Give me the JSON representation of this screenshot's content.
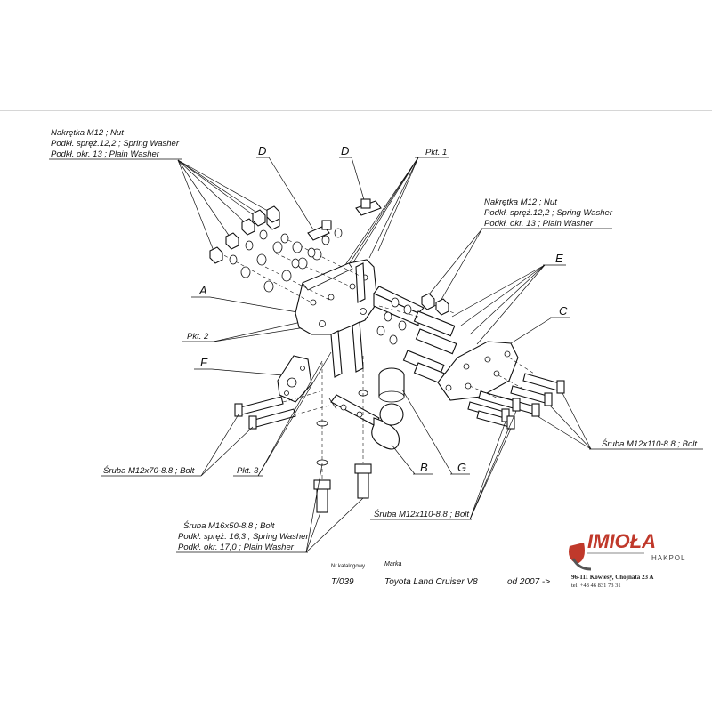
{
  "labels": {
    "nut_group_left": [
      "Nakrętka  M12 ; Nut",
      "Podkł. spręż.12,2 ; Spring Washer",
      "Podkł. okr. 13 ; Plain Washer"
    ],
    "nut_group_right": [
      "Nakrętka  M12 ; Nut",
      "Podkł. spręż.12,2 ; Spring Washer",
      "Podkł. okr. 13 ; Plain Washer"
    ],
    "d_left": "D",
    "d_right": "D",
    "pkt1": "Pkt. 1",
    "pkt2": "Pkt. 2",
    "pkt3": "Pkt. 3",
    "a": "A",
    "b": "B",
    "c": "C",
    "e": "E",
    "f": "F",
    "g": "G",
    "bolt_m12x70": "Śruba M12x70-8.8 ;  Bolt",
    "bolt_m12x110_right": "Śruba M12x110-8.8 ;  Bolt",
    "bolt_m12x110_bottom": "Śruba M12x110-8.8 ;  Bolt",
    "bolt_m16_group": [
      "Śruba M16x50-8.8 ;  Bolt",
      "Podkł. spręż. 16,3 ; Spring Washer",
      "Podkł. okr. 17,0 ; Plain Washer"
    ]
  },
  "footer": {
    "catalog_caption": "Nr katalogowy",
    "brand_caption": "Marka",
    "catalog_number": "T/039",
    "vehicle": "Toyota Land Cruiser V8",
    "years": "od 2007 ->"
  },
  "company": {
    "logo": "IMIOŁA",
    "logo_sub": "HAKPOL",
    "address": "96-111 Kowiesy, Chojnata 23 A",
    "phone": "tel. +48 46 831 73 31",
    "logo_color": "#c0392b"
  }
}
